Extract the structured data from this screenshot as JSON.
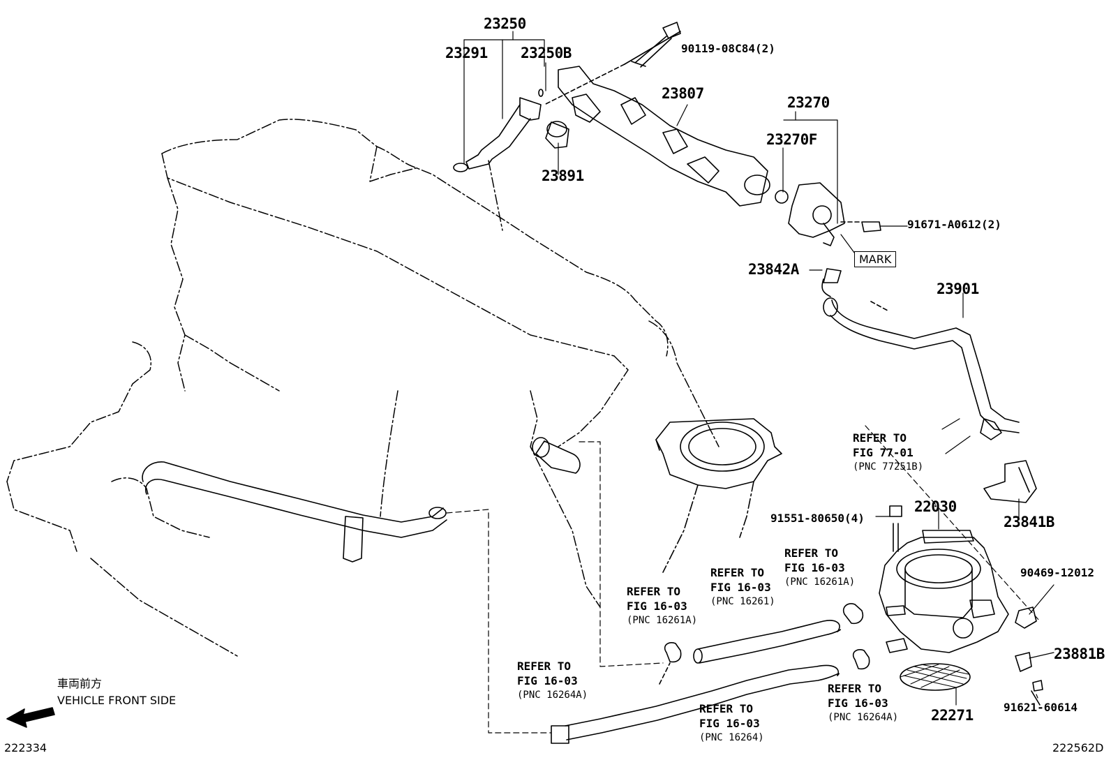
{
  "part_labels": {
    "p23250": "23250",
    "p23291": "23291",
    "p23250B": "23250B",
    "p90119": "90119-08C84(2)",
    "p23807": "23807",
    "p23891": "23891",
    "p23270": "23270",
    "p23270F": "23270F",
    "p91671": "91671-A0612(2)",
    "p23842A": "23842A",
    "p23901": "23901",
    "p23841B": "23841B",
    "p22030": "22030",
    "p91551": "91551-80650(4)",
    "p90469": "90469-12012",
    "p23881B": "23881B",
    "p91621": "91621-60614",
    "p22271": "22271"
  },
  "mark_label": "MARK",
  "refs": [
    {
      "line1": "REFER TO",
      "line2": "FIG 77-01",
      "pnc": "(PNC 77251B)"
    },
    {
      "line1": "REFER TO",
      "line2": "FIG 16-03",
      "pnc": "(PNC 16261A)"
    },
    {
      "line1": "REFER TO",
      "line2": "FIG 16-03",
      "pnc": "(PNC 16261)"
    },
    {
      "line1": "REFER TO",
      "line2": "FIG 16-03",
      "pnc": "(PNC 16261A)"
    },
    {
      "line1": "REFER TO",
      "line2": "FIG 16-03",
      "pnc": "(PNC 16264A)"
    },
    {
      "line1": "REFER TO",
      "line2": "FIG 16-03",
      "pnc": "(PNC 16264)"
    },
    {
      "line1": "REFER TO",
      "line2": "FIG 16-03",
      "pnc": "(PNC 16264A)"
    }
  ],
  "front_note": {
    "jp": "車両前方",
    "en": "VEHICLE FRONT SIDE"
  },
  "codes": {
    "left": "222334",
    "right": "222562D"
  }
}
